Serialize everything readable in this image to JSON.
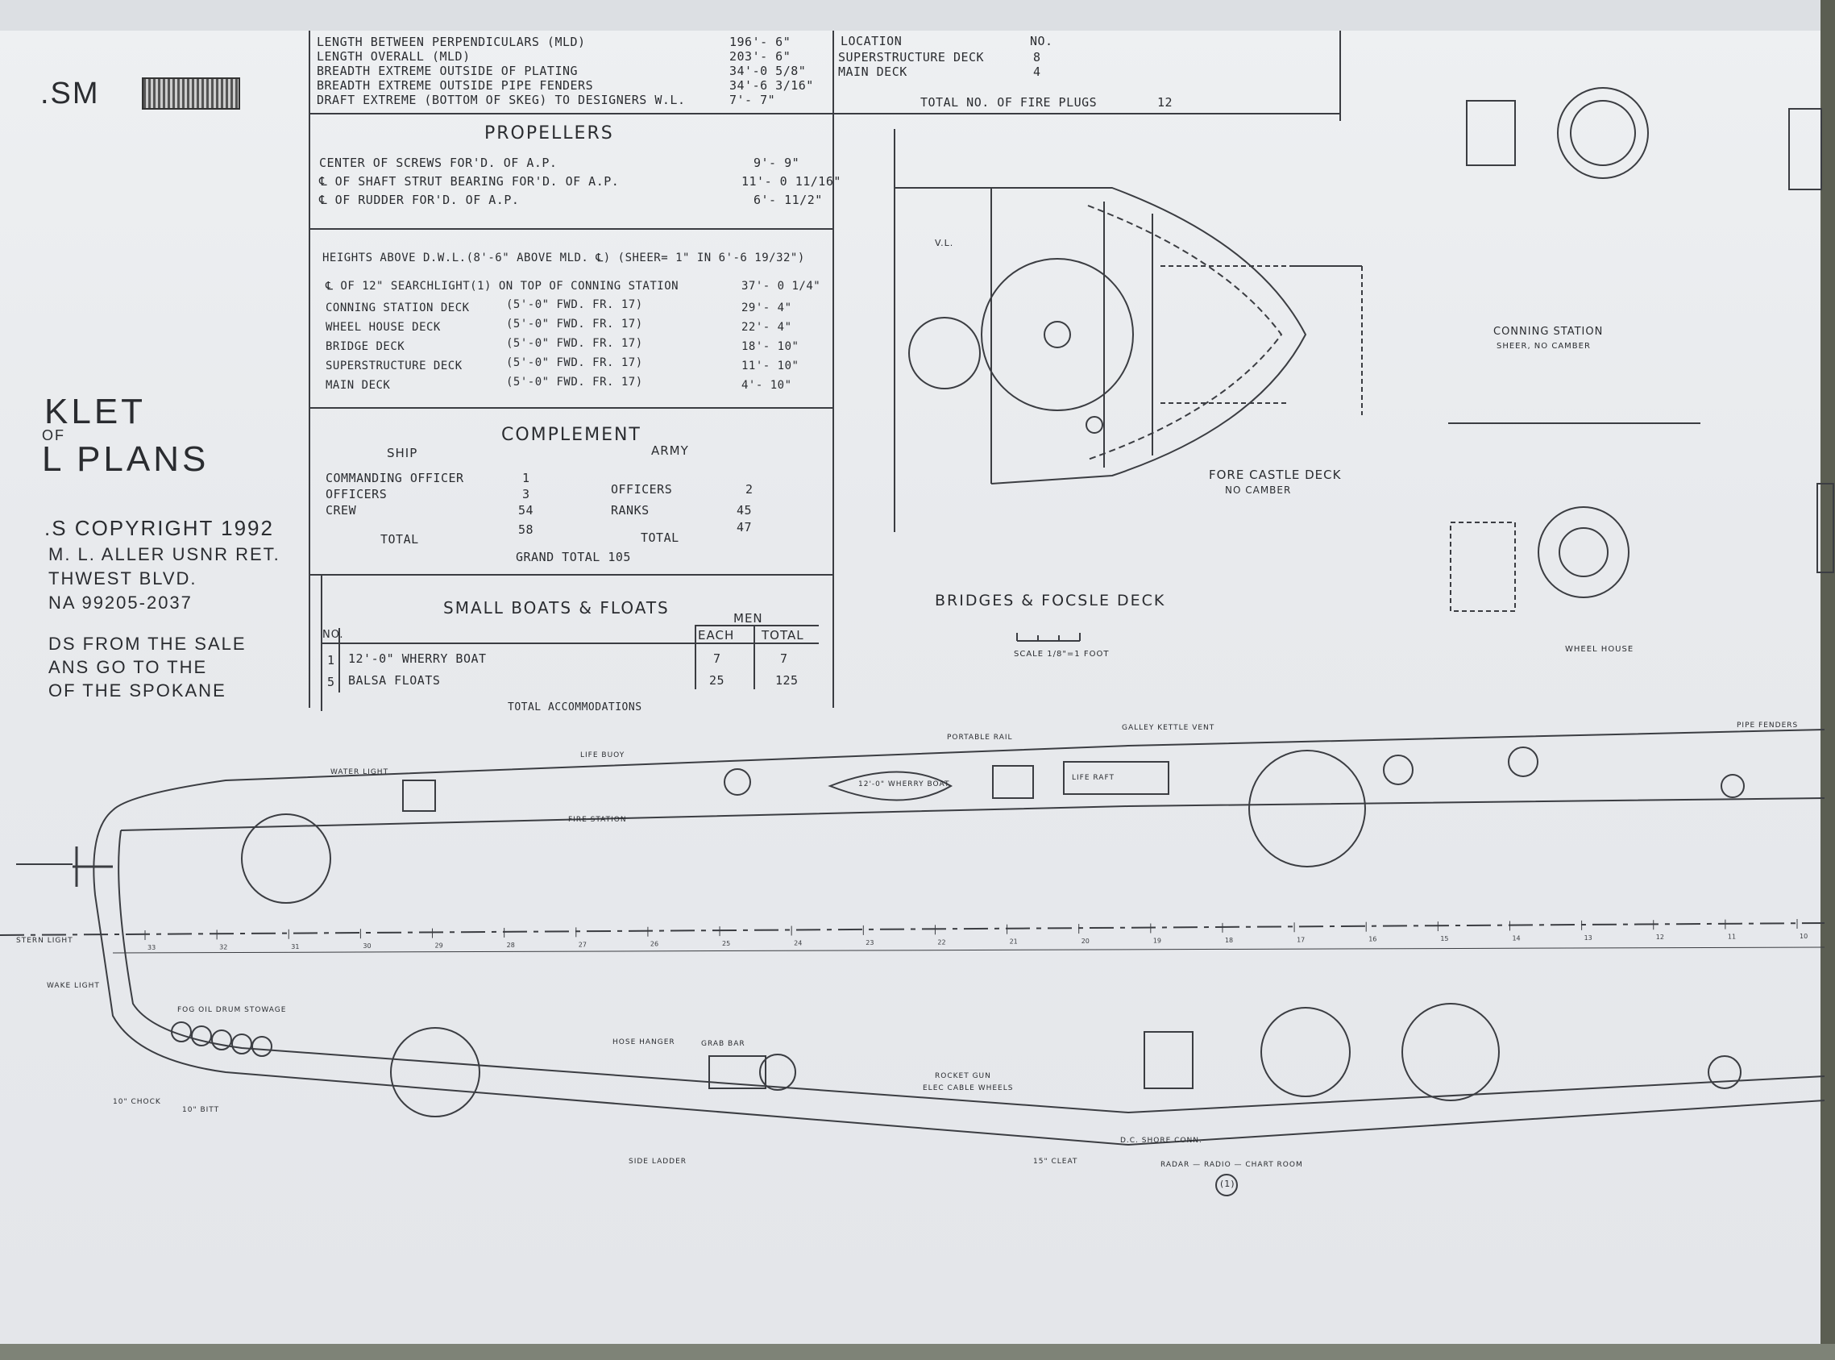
{
  "title_block": {
    "sm": ".SM",
    "booklet_1": "KLET",
    "booklet_of": "OF",
    "booklet_2": "L PLANS",
    "copyright": ".S COPYRIGHT 1992",
    "author": "M. L. ALLER USNR RET.",
    "street": "THWEST BLVD.",
    "city": "NA 99205-2037",
    "sale_1": "DS FROM THE SALE",
    "sale_2": "ANS GO TO THE",
    "sale_3": "OF THE SPOKANE"
  },
  "dimensions": {
    "rows": [
      {
        "label": "LENGTH BETWEEN PERPENDICULARS (MLD)",
        "value": "196'- 6\""
      },
      {
        "label": "LENGTH OVERALL (MLD)",
        "value": "203'- 6\""
      },
      {
        "label": "BREADTH EXTREME OUTSIDE OF PLATING",
        "value": "34'-0 5/8\""
      },
      {
        "label": "BREADTH EXTREME OUTSIDE PIPE FENDERS",
        "value": "34'-6 3/16\""
      },
      {
        "label": "DRAFT EXTREME (BOTTOM OF SKEG) TO DESIGNERS W.L.",
        "value": "7'- 7\""
      }
    ]
  },
  "fire_plugs": {
    "header_location": "LOCATION",
    "header_no": "NO.",
    "rows": [
      {
        "label": "SUPERSTRUCTURE DECK",
        "value": "8"
      },
      {
        "label": "MAIN DECK",
        "value": "4"
      }
    ],
    "total_label": "TOTAL NO. OF FIRE PLUGS",
    "total_value": "12"
  },
  "propellers": {
    "title": "PROPELLERS",
    "rows": [
      {
        "label": "CENTER OF SCREWS FOR'D. OF A.P.",
        "value": "9'- 9\""
      },
      {
        "label": "℄ OF SHAFT STRUT BEARING FOR'D. OF A.P.",
        "value": "11'- 0 11/16\""
      },
      {
        "label": "℄ OF RUDDER FOR'D. OF A.P.",
        "value": "6'- 11/2\""
      }
    ]
  },
  "heights": {
    "header": "HEIGHTS ABOVE D.W.L.(8'-6\" ABOVE MLD. ℄) (SHEER= 1\" IN 6'-6 19/32\")",
    "rows": [
      {
        "label": "℄ OF 12\" SEARCHLIGHT(1) ON TOP OF CONNING STATION",
        "ref": "",
        "value": "37'- 0 1/4\""
      },
      {
        "label": "CONNING STATION DECK",
        "ref": "(5'-0\" FWD. FR. 17)",
        "value": "29'- 4\""
      },
      {
        "label": "WHEEL HOUSE DECK",
        "ref": "(5'-0\" FWD. FR. 17)",
        "value": "22'- 4\""
      },
      {
        "label": "BRIDGE DECK",
        "ref": "(5'-0\" FWD. FR. 17)",
        "value": "18'- 10\""
      },
      {
        "label": "SUPERSTRUCTURE DECK",
        "ref": "(5'-0\" FWD. FR. 17)",
        "value": "11'- 10\""
      },
      {
        "label": "MAIN DECK",
        "ref": "(5'-0\" FWD. FR. 17)",
        "value": "4'- 10\""
      }
    ]
  },
  "complement": {
    "title": "COMPLEMENT",
    "ship": "SHIP",
    "army": "ARMY",
    "commanding_officer": "COMMANDING OFFICER",
    "commanding_officer_value": "1",
    "officers": "OFFICERS",
    "officers_value": "3",
    "crew": "CREW",
    "crew_value": "54",
    "ship_total_value": "58",
    "army_officers": "OFFICERS",
    "army_officers_value": "2",
    "ranks": "RANKS",
    "ranks_value": "45",
    "army_total_value": "47",
    "total": "TOTAL",
    "grand_total": "GRAND TOTAL 105"
  },
  "boats": {
    "title": "SMALL BOATS & FLOATS",
    "men": "MEN",
    "col_no": "NO.",
    "col_each": "EACH",
    "col_total": "TOTAL",
    "rows": [
      {
        "no": "1",
        "item": "12'-0\" WHERRY BOAT",
        "each": "7",
        "total": "7"
      },
      {
        "no": "5",
        "item": "BALSA FLOATS",
        "each": "25",
        "total": "125"
      }
    ],
    "footer": "TOTAL ACCOMMODATIONS"
  },
  "plan_labels": {
    "forecastle": "FORE CASTLE DECK",
    "no_camber": "NO CAMBER",
    "bridges": "BRIDGES & FOCSLE DECK",
    "scale": "SCALE 1/8\"=1 FOOT",
    "conning": "CONNING STATION",
    "sheer": "SHEER, NO CAMBER",
    "wheel_house": "WHEEL HOUSE",
    "wherry_boat": "12'-0\" WHERRY BOAT",
    "vl": "V.L."
  },
  "deck_labels": {
    "pipe_fenders": "PIPE FENDERS",
    "portable_rail": "PORTABLE RAIL",
    "galley_kettle_vent": "GALLEY KETTLE VENT",
    "fire_station": "FIRE STATION",
    "life_buoy": "LIFE BUOY",
    "water_light": "WATER LIGHT",
    "stern_light": "STERN LIGHT",
    "wake_light": "WAKE LIGHT",
    "side_ladder": "SIDE LADDER",
    "life_raft": "LIFE RAFT",
    "fog_oil": "FOG OIL DRUM STOWAGE",
    "rocket_gun": "ROCKET GUN",
    "elec_cable": "ELEC CABLE WHEELS",
    "radar_room": "RADAR — RADIO — CHART ROOM",
    "dc_shore": "D.C. SHORE CONN.",
    "cleat": "15\" CLEAT",
    "bitt": "10\" BITT",
    "chock": "10\" CHOCK",
    "hose_hanger": "HOSE HANGER",
    "grab_bar": "GRAB BAR",
    "sheet_number": "(1)"
  },
  "frames": [
    "33",
    "32",
    "31",
    "30",
    "29",
    "28",
    "27",
    "26",
    "25",
    "24",
    "23",
    "22",
    "21",
    "20",
    "19",
    "18",
    "17",
    "16",
    "15",
    "14",
    "13",
    "12",
    "11",
    "10"
  ]
}
